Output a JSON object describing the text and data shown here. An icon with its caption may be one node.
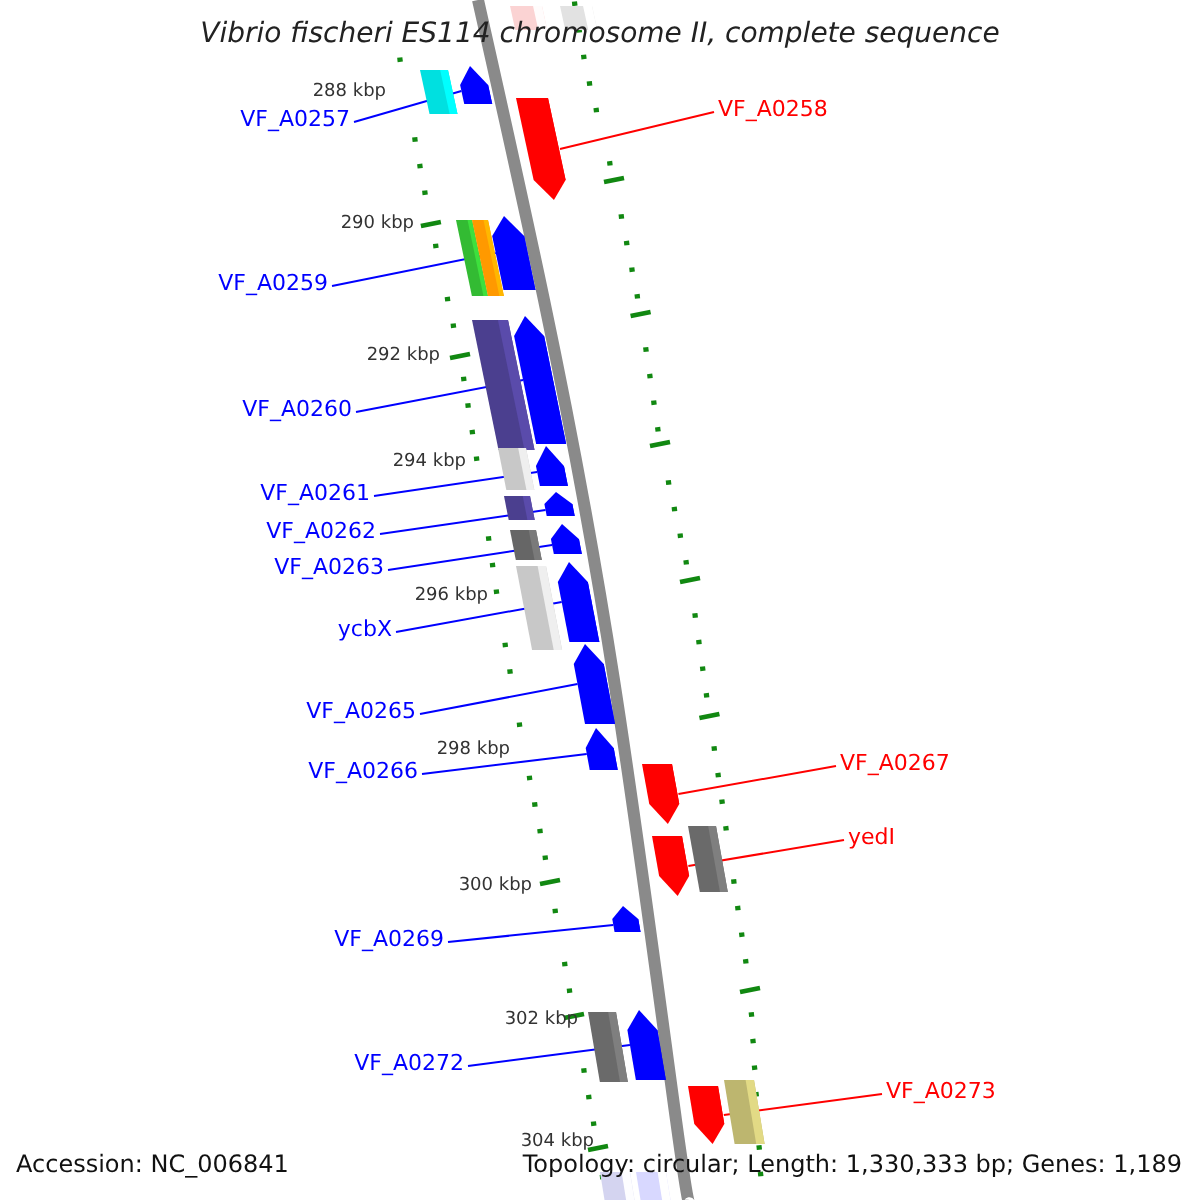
{
  "diagram": {
    "title": "Vibrio fischeri ES114 chromosome II, complete sequence",
    "nodes": [
      {
        "text": [
          "VF_A0257"
        ]
      },
      {
        "text": [
          "VF_A0258"
        ]
      },
      {
        "text": [
          "VF_A0259"
        ]
      },
      {
        "text": [
          "VF_A0260"
        ]
      },
      {
        "text": [
          "VF_A0261"
        ]
      },
      {
        "text": [
          "VF_A0262"
        ]
      },
      {
        "text": [
          "VF_A0263"
        ]
      },
      {
        "text": [
          "ycbX"
        ]
      },
      {
        "text": [
          "VF_A0265"
        ]
      },
      {
        "text": [
          "VF_A0266"
        ]
      },
      {
        "text": [
          "VF_A0267"
        ]
      },
      {
        "text": [
          "yedI"
        ]
      },
      {
        "text": [
          "VF_A0269"
        ]
      },
      {
        "text": [
          "VF_A0272"
        ]
      },
      {
        "text": [
          "VF_A0273"
        ]
      },
      {
        "text": [],
        "shape": "arrow"
      },
      {
        "text": [],
        "shape": "arrow"
      },
      {
        "text": [],
        "shape": "arrow"
      },
      {
        "text": [],
        "shape": "arrow"
      },
      {
        "text": [],
        "shape": "arrow"
      },
      {
        "text": [],
        "shape": "arrow"
      },
      {
        "text": [],
        "shape": "arrow"
      },
      {
        "text": [],
        "shape": "arrow"
      },
      {
        "text": [],
        "shape": "arrow"
      },
      {
        "text": [],
        "shape": "arrow"
      },
      {
        "text": [],
        "shape": "arrow"
      },
      {
        "text": [],
        "shape": "arrow"
      },
      {
        "text": [],
        "shape": "arrow"
      },
      {
        "text": [],
        "shape": "arrow"
      },
      {
        "text": [],
        "shape": "arrow"
      }
    ],
    "edges": [
      {
        "from": 0,
        "to": 15,
        "arrow": "none"
      },
      {
        "from": 1,
        "to": 16,
        "arrow": "none",
        "color": "#ff0000"
      },
      {
        "from": 2,
        "to": 17,
        "arrow": "none"
      },
      {
        "from": 3,
        "to": 18,
        "arrow": "none"
      },
      {
        "from": 4,
        "to": 19,
        "arrow": "none"
      },
      {
        "from": 5,
        "to": 20,
        "arrow": "none"
      },
      {
        "from": 6,
        "to": 21,
        "arrow": "none"
      },
      {
        "from": 7,
        "to": 22,
        "arrow": "none"
      },
      {
        "from": 8,
        "to": 23,
        "arrow": "none"
      },
      {
        "from": 9,
        "to": 24,
        "arrow": "none"
      },
      {
        "from": 10,
        "to": 25,
        "arrow": "none",
        "color": "#ff0000"
      },
      {
        "from": 11,
        "to": 26,
        "arrow": "none",
        "color": "#ff0000"
      },
      {
        "from": 12,
        "to": 27,
        "arrow": "none"
      },
      {
        "from": 13,
        "to": 28,
        "arrow": "none"
      },
      {
        "from": 14,
        "to": 29,
        "arrow": "none",
        "color": "#ff0000"
      }
    ],
    "labels": [
      "288 kbp",
      "290 kbp",
      "292 kbp",
      "294 kbp",
      "296 kbp",
      "298 kbp",
      "300 kbp",
      "302 kbp",
      "304 kbp",
      "Accession: NC_006841",
      "Topology: circular; Length: 1,330,333 bp; Genes: 1,189"
    ]
  }
}
